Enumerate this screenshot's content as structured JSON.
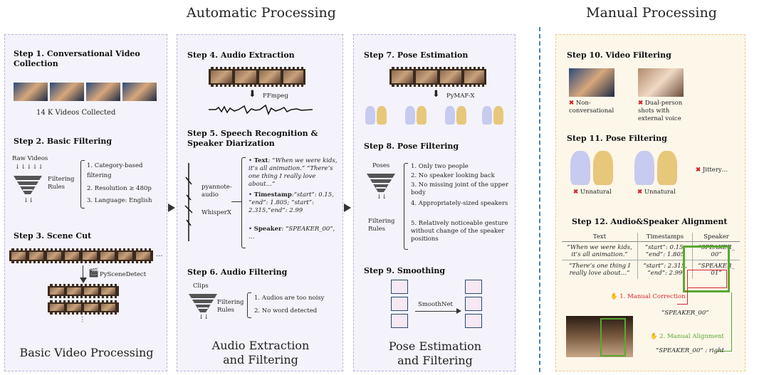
{
  "headers": {
    "auto": "Automatic Processing",
    "manual": "Manual Processing"
  },
  "col1": {
    "step1": "Step 1. Conversational Video Collection",
    "collected": "14 K Videos Collected",
    "step2": "Step 2. Basic Filtering",
    "raw_videos": "Raw Videos",
    "filtering_rules": "Filtering Rules",
    "rules": [
      "1.  Category-based filtering",
      "2.  Resolution ≥ 480p",
      "3.  Language: English"
    ],
    "step3": "Step 3. Scene Cut",
    "scene_tool": "PySceneDetect",
    "ellipsis": "…",
    "vdots": "⋮",
    "footer": "Basic Video Processing"
  },
  "col2": {
    "step4": "Step 4. Audio Extraction",
    "ffmpeg": "FFmpeg",
    "step5": "Step 5. Speech Recognition & Speaker Diarization",
    "tool1": "pyannote-audio",
    "tool2": "WhisperX",
    "text_label": "Text",
    "text_val": ": “When we were kids, it’s all animation.” “There’s one thing I really love about…”",
    "ts_label": "Timestamp",
    "ts_val": ":“start”: 0.15, “end”: 1.805; “start”: 2.315,“end”: 2.99",
    "spk_label": "Speaker",
    "spk_val": ": “SPEAKER_00”, …",
    "step6": "Step 6. Audio Filtering",
    "clips": "Clips",
    "filtering_rules": "Filtering Rules",
    "rules": [
      "1.  Audios are too noisy",
      "2.  No word detected"
    ],
    "footer": "Audio Extraction and Filtering"
  },
  "col3": {
    "step7": "Step 7. Pose Estimation",
    "pymaf": "PyMAF-X",
    "step8": "Step 8. Pose Filtering",
    "poses": "Poses",
    "filtering_rules": "Filtering Rules",
    "rules": [
      "1.  Only two people",
      "2.  No speaker looking back",
      "3.  No missing joint of the upper body",
      "4.  Appropriately-sized speakers",
      "5.  Relatively noticeable gesture without change of the speaker positions"
    ],
    "step9": "Step 9. Smoothing",
    "smoothnet": "SmoothNet",
    "footer": "Pose Estimation and Filtering"
  },
  "manual": {
    "step10": "Step 10.  Video Filtering",
    "nonconv": "Non-conversational",
    "dual": "Dual-person shots with external voice",
    "step11": "Step 11.  Pose Filtering",
    "jittery": "Jittery…",
    "unnatural1": "Unnatural",
    "unnatural2": "Unnatural",
    "step12": "Step 12.  Audio&Speaker Alignment",
    "table_headers": [
      "Text",
      "Timestamps",
      "Speaker"
    ],
    "rows": [
      {
        "text": "“When we were kids, it’s all animation.”",
        "ts": "“start”: 0.15, “end”: 1.805",
        "spk": "“SPEAKER_ 00”"
      },
      {
        "text": "“There’s one thing I really love about…”",
        "ts": "“start”: 2.315, “end”: 2.99",
        "spk": "“SPEAKER_ 01”"
      }
    ],
    "correction": "1. Manual Correction",
    "corrected": "“SPEAKER_00”",
    "alignment": "2. Manual Alignment",
    "aligned": "“SPEAKER_00” : right"
  },
  "colors": {
    "auto_border": "#b9b3dd",
    "manual_border": "#f0c982",
    "red": "#d8242b",
    "green": "#5aa832"
  }
}
